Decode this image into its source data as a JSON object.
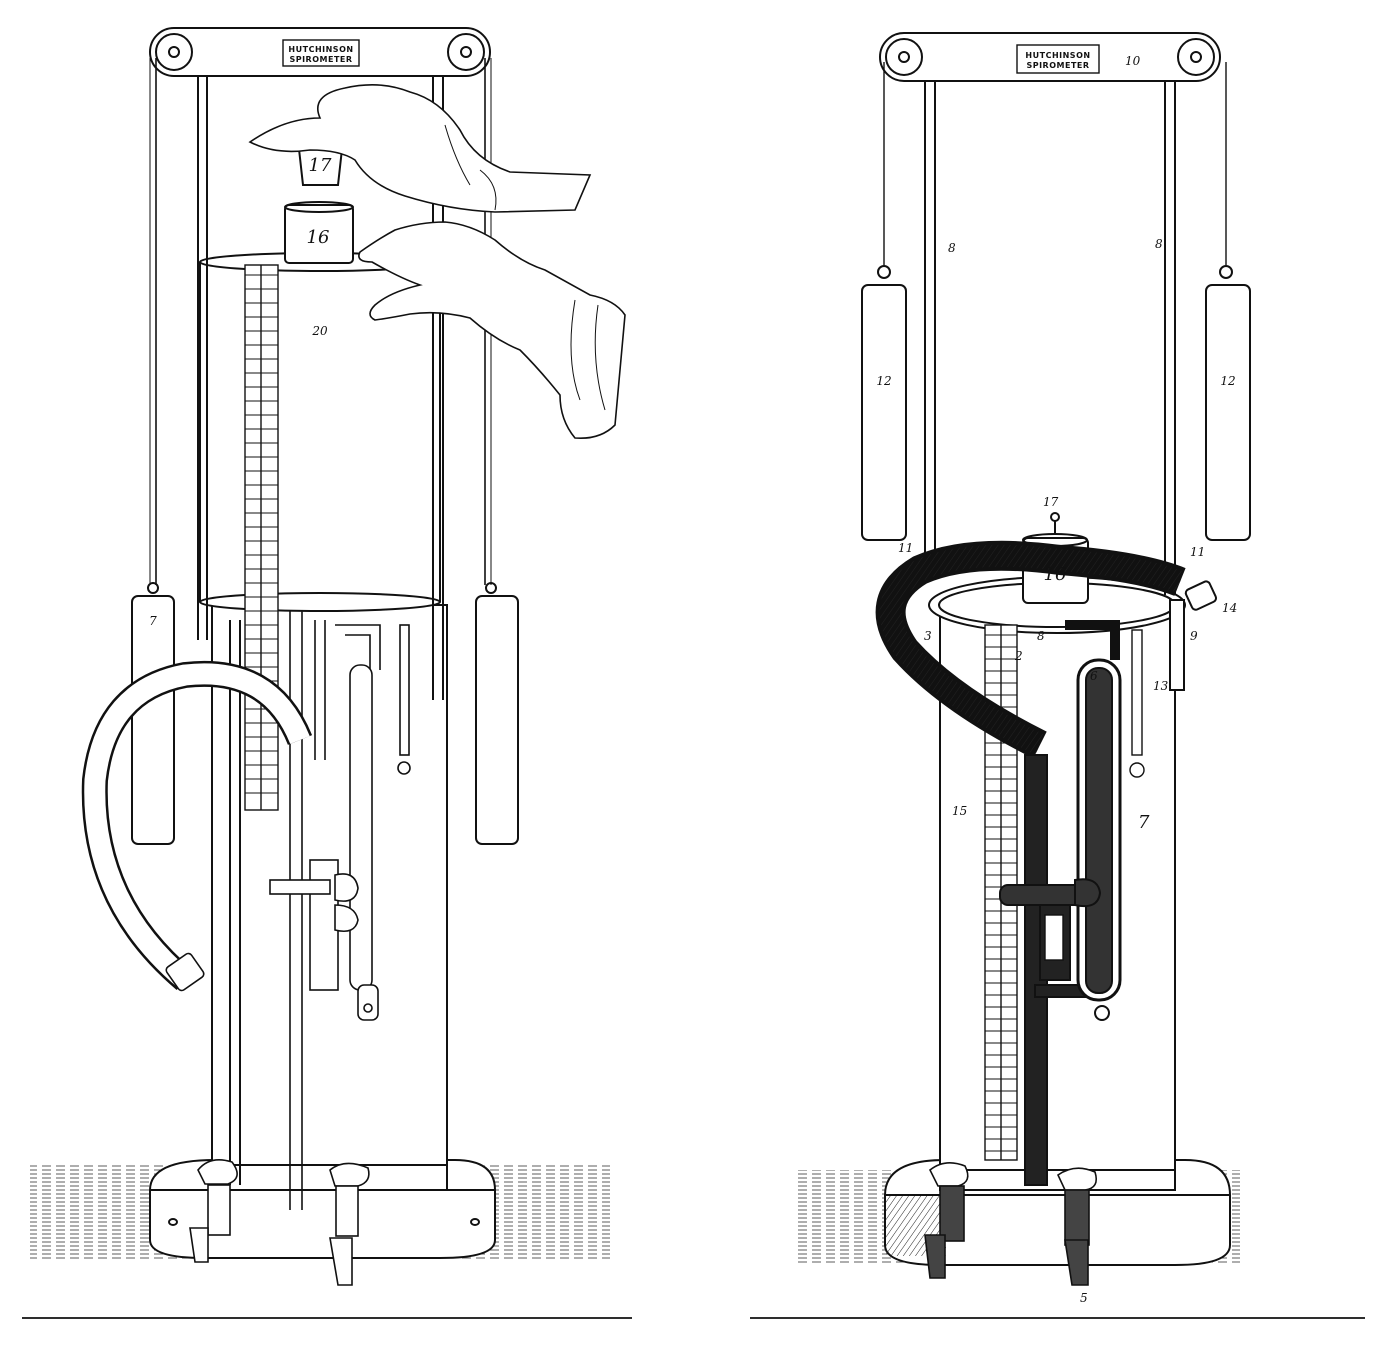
{
  "left_figure": {
    "plate_line1": "HUTCHINSON",
    "plate_line2": "SPIROMETER",
    "labels": {
      "cup": "17",
      "weight_box": "16",
      "cylinder": "20",
      "counterweight": "7"
    }
  },
  "right_figure": {
    "plate_line1": "HUTCHINSON",
    "plate_line2": "SPIROMETER",
    "labels": {
      "frame": "10",
      "rod_left": "8",
      "rod_right": "8",
      "weight_left": "12",
      "weight_right": "12",
      "stopper": "17",
      "weight_box": "16",
      "ring_left": "11",
      "ring_right": "11",
      "nozzle": "14",
      "guide": "9",
      "hose": "3",
      "inner_top": "8",
      "inner_mark": "2",
      "thermometer": "13",
      "tube_upper": "6",
      "tube_lower": "7",
      "scale": "15",
      "tap": "5"
    }
  },
  "colors": {
    "ink": "#111111",
    "paper": "#ffffff",
    "wash": "#fafafa"
  }
}
